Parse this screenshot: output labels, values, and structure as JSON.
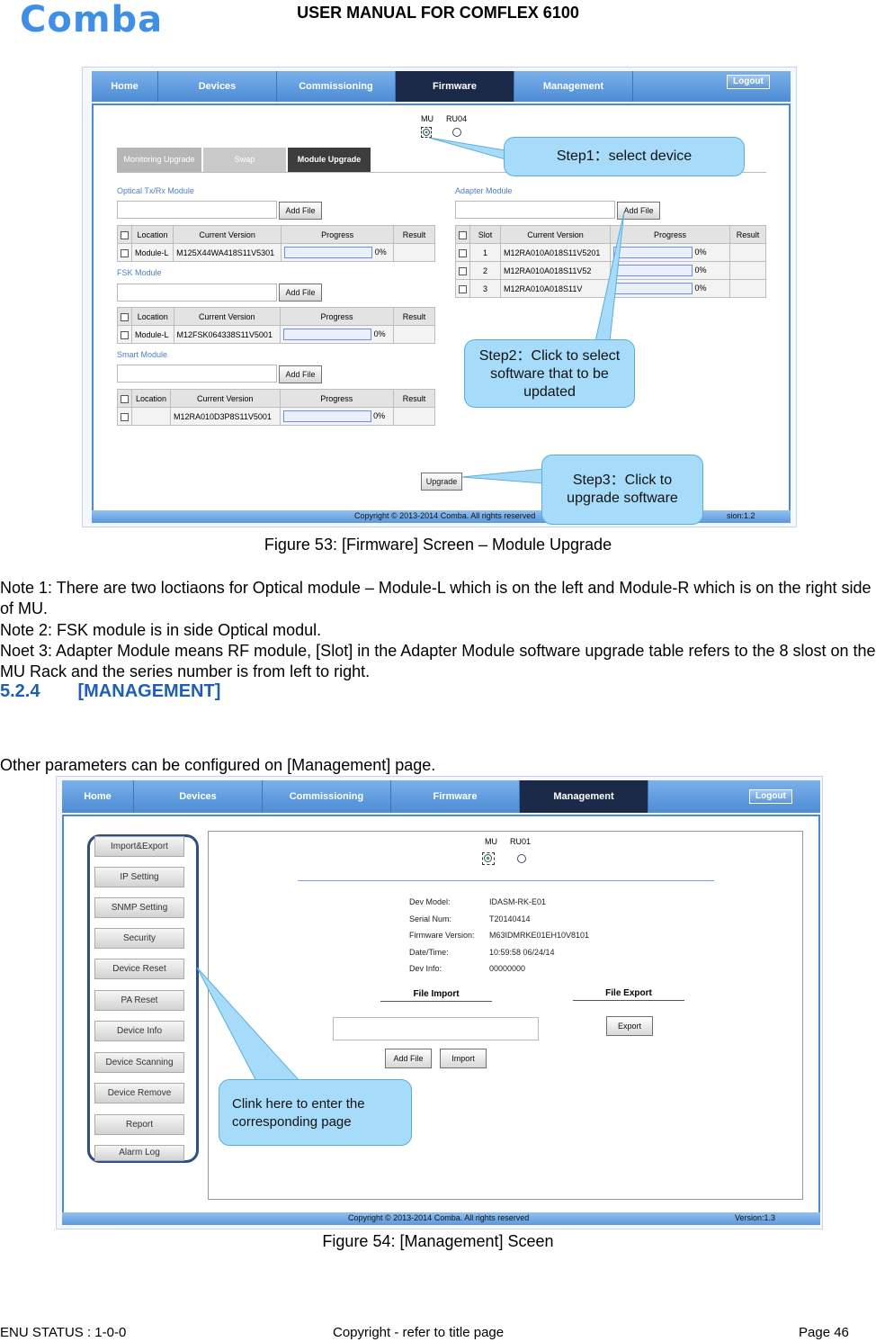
{
  "header": {
    "logo": "Comba",
    "title": "USER MANUAL FOR COMFLEX 6100"
  },
  "fig53": {
    "nav": [
      "Home",
      "Devices",
      "Commissioning",
      "Firmware",
      "Management"
    ],
    "logout": "Logout",
    "device_mu": "MU",
    "device_ru": "RU04",
    "tabs": [
      "Monitoring Upgrade",
      "Swap",
      "Module Upgrade"
    ],
    "optical_title": "Optical Tx/Rx Module",
    "fsk_title": "FSK Module",
    "smart_title": "Smart Module",
    "adapter_title": "Adapter Module",
    "add_file": "Add File",
    "cols": [
      "Location",
      "Current Version",
      "Progress",
      "Result"
    ],
    "adapter_cols": [
      "Slot",
      "Current Version",
      "Progress",
      "Result"
    ],
    "optical_row": {
      "location": "Module-L",
      "version": "M125X44WA418S11V5301",
      "progress": "0%"
    },
    "fsk_row": {
      "location": "Module-L",
      "version": "M12FSK064338S11V5001",
      "progress": "0%"
    },
    "smart_row": {
      "location": "",
      "version": "M12RA010D3P8S11V5001",
      "progress": "0%"
    },
    "adapter_rows": [
      {
        "slot": "1",
        "version": "M12RA010A018S11V5201",
        "progress": "0%"
      },
      {
        "slot": "2",
        "version": "M12RA010A018S11V52",
        "progress": "0%"
      },
      {
        "slot": "3",
        "version": "M12RA010A018S11V",
        "progress": "0%"
      }
    ],
    "upgrade": "Upgrade",
    "footer_copy": "Copyright © 2013-2014 Comba. All rights reserved",
    "footer_ver": "sion:1.2",
    "step1": "Step1：select device",
    "step2": "Step2：Click to select software that to be updated",
    "step3": "Step3：Click to upgrade software"
  },
  "caption53": "Figure 53: [Firmware] Screen – Module Upgrade",
  "notes": [
    "Note 1: There are two loctiaons for Optical module – Module-L which is on the left and Module-R which is on the right side of MU.",
    "Note 2: FSK module is in side Optical modul.",
    "Noet 3: Adapter Module means RF module, [Slot] in the Adapter Module software upgrade table refers to the 8 slost on the MU Rack and the series number is from left to right."
  ],
  "section": {
    "number": "5.2.4",
    "title": "[MANAGEMENT]"
  },
  "intro": "Other parameters can be configured on [Management] page.",
  "fig54": {
    "nav": [
      "Home",
      "Devices",
      "Commissioning",
      "Firmware",
      "Management"
    ],
    "logout": "Logout",
    "device_mu": "MU",
    "device_ru": "RU01",
    "side": [
      "Import&Export",
      "IP Setting",
      "SNMP Setting",
      "Security",
      "Device Reset",
      "PA Reset",
      "Device Info",
      "Device Scanning",
      "Device Remove",
      "Report",
      "Alarm Log"
    ],
    "info": [
      {
        "k": "Dev Model:",
        "v": "IDASM-RK-E01"
      },
      {
        "k": "Serial Num:",
        "v": "T20140414"
      },
      {
        "k": "Firmware Version:",
        "v": "M63IDMRKE01EH10V8101"
      },
      {
        "k": "Date/Time:",
        "v": "10:59:58 06/24/14"
      },
      {
        "k": "Dev Info:",
        "v": "00000000"
      }
    ],
    "file_import": "File Import",
    "file_export": "File Export",
    "export": "Export",
    "add_file": "Add File",
    "import": "Import",
    "callout": "Clink here to enter the corresponding page",
    "footer_copy": "Copyright © 2013-2014 Comba. All rights reserved",
    "footer_ver": "Version:1.3"
  },
  "caption54": "Figure 54: [Management] Sceen",
  "footer": {
    "left": "ENU STATUS : 1-0-0",
    "center": "Copyright - refer to title page",
    "right": "Page 46"
  }
}
